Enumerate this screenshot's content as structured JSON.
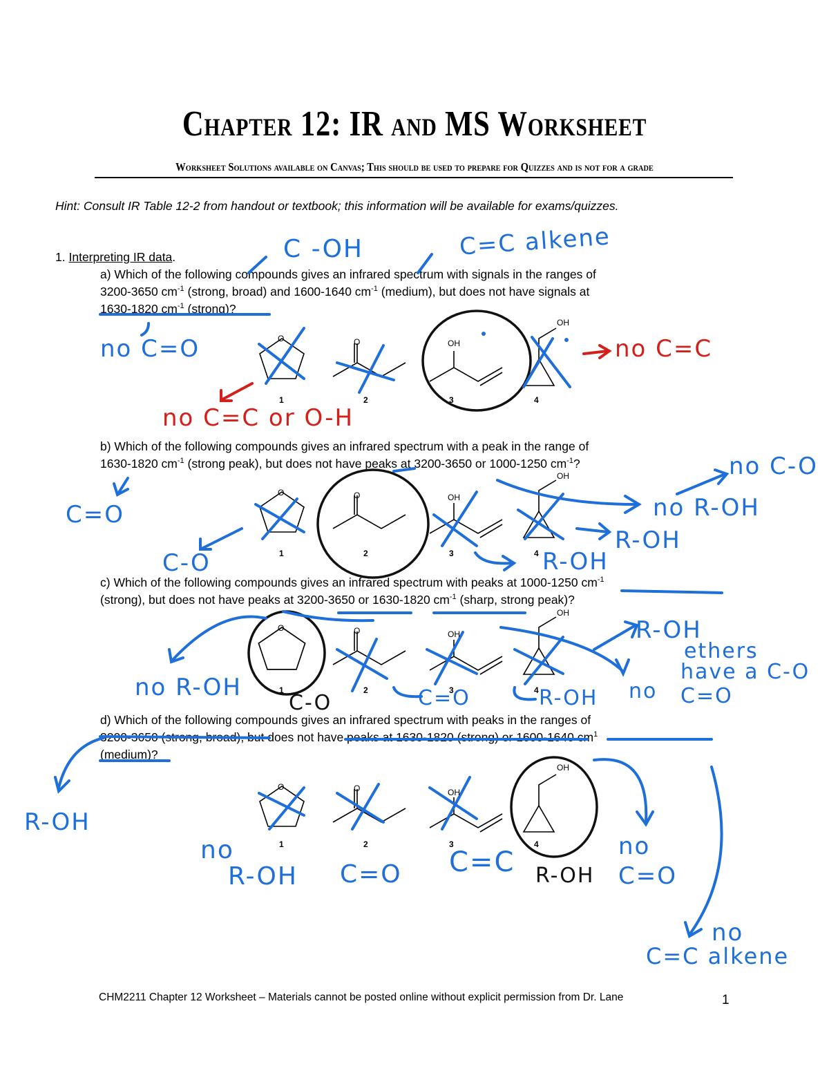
{
  "header": {
    "title": "Chapter 12: IR and MS Worksheet",
    "subtitle": "Worksheet Solutions available on Canvas; This should be used to prepare for Quizzes and is not for a grade"
  },
  "hint": "Hint: Consult IR Table 12-2 from handout or textbook; this information will be available for exams/quizzes.",
  "section": {
    "number": "1.",
    "title": "Interpreting IR data",
    "end": "."
  },
  "questions": {
    "a": {
      "line1": "a) Which of the following compounds gives an infrared spectrum with signals in the ranges of",
      "l2a": "3200-3650 cm",
      "l2b": " (strong, broad) and 1600-1640 cm",
      "l2c": " (medium), but does not have signals at",
      "l3a": "1630-1820 cm",
      "l3b": " (strong)?"
    },
    "b": {
      "line1": "b)  Which of the following compounds gives an infrared spectrum with a peak in the range of",
      "l2a": "1630-1820 cm",
      "l2b": " (strong peak), but does not have peaks at 3200-3650 or 1000-1250 cm",
      "l2c": "?"
    },
    "c": {
      "l1a": "c) Which of the following compounds gives an infrared spectrum with peaks at 1000-1250 cm",
      "l2a": "(strong), but does not have peaks at 3200-3650 or 1630-1820 cm",
      "l2b": " (sharp, strong peak)?"
    },
    "d": {
      "line1": "d) Which of the following compounds gives an infrared spectrum with peaks in the ranges of",
      "l2a": "3200-3650 (strong, broad), but does not have peaks at 1630-1820 (strong) or 1600-1640 cm",
      "l2b": "1",
      "l3": "(medium)?"
    },
    "sup": "-1"
  },
  "compound_labels": [
    "1",
    "2",
    "3",
    "4"
  ],
  "atom_labels": {
    "oh": "OH",
    "o": "O"
  },
  "handwriting": {
    "a_c_oh": "C -OH",
    "a_cc_alkene": "C=C alkene",
    "a_no_co": "no C=O",
    "a_no_cc": "no C=C",
    "a_no_cc_or_oh": "no C=C or O-H",
    "b_no_co": "no C-O",
    "b_co": "C=O",
    "b_no_roh": "no R-OH",
    "b_c_o": "C-O",
    "b_roh_1": "R-OH",
    "b_roh_2": "R-OH",
    "c_roh": "R-OH",
    "c_ethers": "ethers",
    "c_have_co": "have a C-O",
    "c_no_roh": "no R-OH",
    "c_c_o": "C-O",
    "c_co": "C=O",
    "c_roh_2": "R-OH",
    "c_no": "no",
    "c_co_2": "C=O",
    "d_roh": "R-OH",
    "d_no": "no",
    "d_roh_2": "R-OH",
    "d_co": "C=O",
    "d_cc": "C=C",
    "d_roh_black": "R-OH",
    "d_no_2": "no",
    "d_co_2": "C=O",
    "d_no_3": "no",
    "d_cc_alkene": "C=C alkene"
  },
  "footer": {
    "text": "CHM2211 Chapter 12 Worksheet – Materials cannot be posted online without explicit permission from Dr. Lane",
    "page": "1"
  },
  "colors": {
    "ink_blue": "#1e6fd9",
    "ink_red": "#d4201a",
    "ink_black": "#111111"
  }
}
